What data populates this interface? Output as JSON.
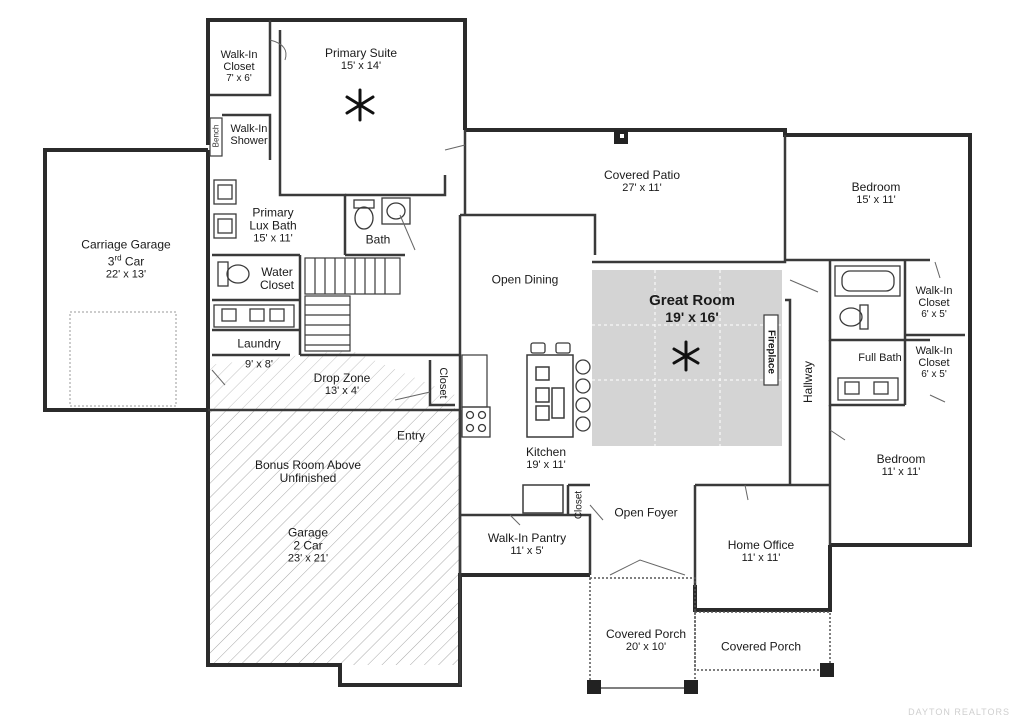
{
  "rooms": {
    "walk_in_closet_primary": {
      "name_line1": "Walk-In",
      "name_line2": "Closet",
      "dim": "7' x 6'"
    },
    "primary_suite": {
      "name": "Primary Suite",
      "dim": "15' x 14'"
    },
    "walk_in_shower": {
      "name_line1": "Walk-In",
      "name_line2": "Shower"
    },
    "bench": {
      "name": "Bench"
    },
    "primary_lux_bath": {
      "name_line1": "Primary",
      "name_line2": "Lux Bath",
      "dim": "15' x 11'"
    },
    "bath": {
      "name": "Bath"
    },
    "water_closet": {
      "name_line1": "Water",
      "name_line2": "Closet"
    },
    "laundry": {
      "name": "Laundry",
      "dim": "9' x 8'"
    },
    "drop_zone": {
      "name": "Drop Zone",
      "dim": "13' x 4'"
    },
    "closet_drop": {
      "name": "Closet"
    },
    "carriage_garage": {
      "name": "Carriage Garage",
      "sub_prefix": "3",
      "sub_sup": "rd",
      "sub_suffix": " Car",
      "dim": "22' x 13'"
    },
    "covered_patio": {
      "name": "Covered Patio",
      "dim": "27' x 11'"
    },
    "open_dining": {
      "name": "Open Dining"
    },
    "great_room": {
      "name": "Great Room",
      "dim": "19' x 16'"
    },
    "fireplace": {
      "name": "Fireplace"
    },
    "bedroom_1": {
      "name": "Bedroom",
      "dim": "15' x 11'"
    },
    "walk_in_closet_a": {
      "name_line1": "Walk-In",
      "name_line2": "Closet",
      "dim": "6' x 5'"
    },
    "walk_in_closet_b": {
      "name_line1": "Walk-In",
      "name_line2": "Closet",
      "dim": "6' x 5'"
    },
    "full_bath": {
      "name": "Full Bath"
    },
    "hallway": {
      "name": "Hallway"
    },
    "bedroom_2": {
      "name": "Bedroom",
      "dim": "11' x 11'"
    },
    "entry": {
      "name": "Entry"
    },
    "kitchen": {
      "name": "Kitchen",
      "dim": "19' x 11'"
    },
    "closet_foyer": {
      "name": "Closet"
    },
    "open_foyer": {
      "name": "Open Foyer"
    },
    "home_office": {
      "name": "Home Office",
      "dim": "11' x 11'"
    },
    "bonus_room": {
      "name_line1": "Bonus Room Above",
      "name_line2": "Unfinished"
    },
    "garage": {
      "name": "Garage",
      "sub": "2 Car",
      "dim": "23' x 21'"
    },
    "walk_in_pantry": {
      "name": "Walk-In Pantry",
      "dim": "11' x 5'"
    },
    "covered_porch_main": {
      "name": "Covered Porch",
      "dim": "20' x 10'"
    },
    "covered_porch_side": {
      "name": "Covered Porch"
    }
  },
  "watermark": "DAYTON REALTORS",
  "colors": {
    "wall": "#2b2b2b",
    "great_room_fill": "#d4d4d4",
    "hatch": "#9a9a9a",
    "line": "#555555"
  },
  "icons": [
    "ceiling-fan-icon",
    "toilet-icon",
    "sink-icon",
    "bathtub-icon",
    "stove-icon",
    "bar-stool-icon",
    "column-post-icon"
  ]
}
